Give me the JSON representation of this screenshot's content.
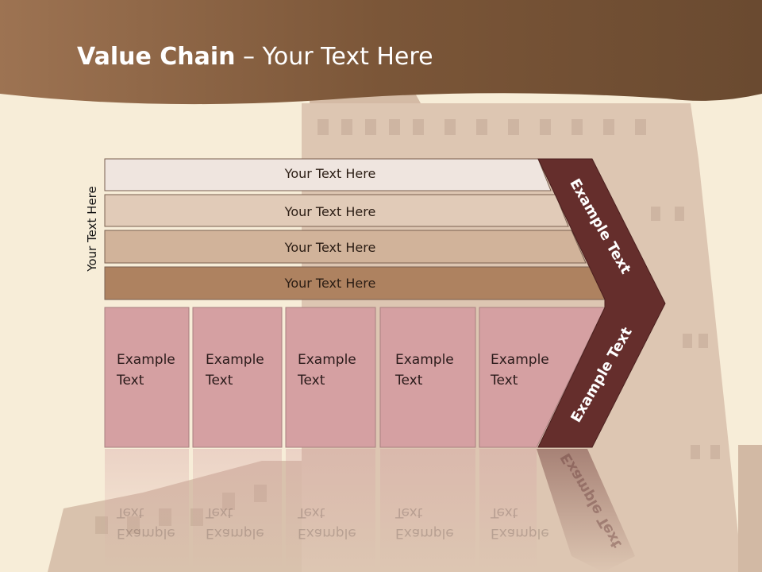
{
  "slide": {
    "title_bold": "Value Chain",
    "title_rest": " – Your Text Here",
    "side_label": "Your Text Here"
  },
  "bars": [
    {
      "label": "Your Text Here",
      "color": "#efe5df"
    },
    {
      "label": "Your Text Here",
      "color": "#e1cbb8"
    },
    {
      "label": "Your Text Here",
      "color": "#d1b39a"
    },
    {
      "label": "Your Text Here",
      "color": "#ae8260"
    }
  ],
  "boxes": [
    {
      "label": "Example\nText"
    },
    {
      "label": "Example\nText"
    },
    {
      "label": "Example\nText"
    },
    {
      "label": "Example\nText"
    },
    {
      "label": "Example\nText"
    }
  ],
  "box_lines": [
    "Example",
    "Text"
  ],
  "chevron": {
    "top_label": "Example Text",
    "bottom_label": "Example Text",
    "color": "#652e2c"
  },
  "colors": {
    "header": "#8a6141",
    "background": "#f7edd8",
    "box": "#d5a0a2"
  }
}
